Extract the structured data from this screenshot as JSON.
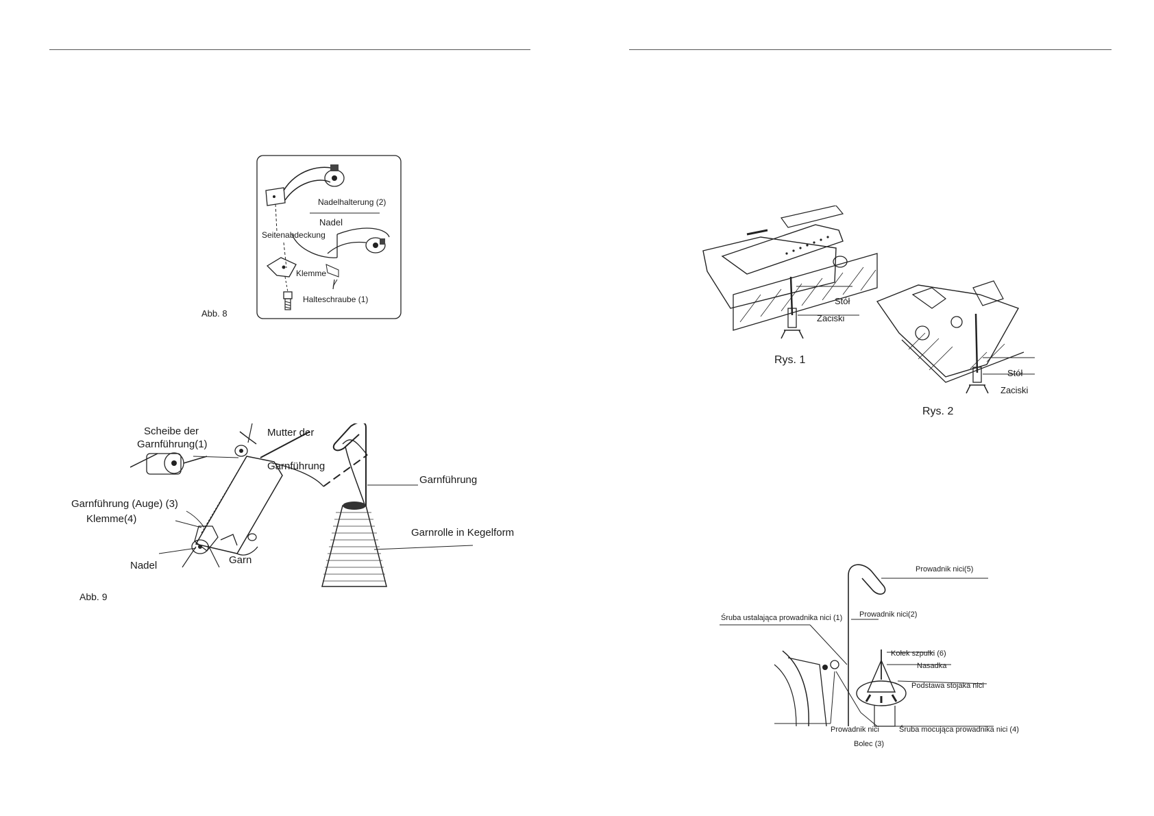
{
  "left_page": {
    "figure8": {
      "caption": "Abb. 8",
      "labels": {
        "needle_holder": "Nadelhalterung (2)",
        "needle": "Nadel",
        "side_cover": "Seitenabdeckung",
        "clamp": "Klemme",
        "holding_screw": "Halteschraube (1)"
      }
    },
    "figure9": {
      "caption": "Abb. 9",
      "labels": {
        "guide_disc_line1": "Scheibe der",
        "guide_disc_line2": "Garnführung(1)",
        "guide_nut_line1": "Mutter der",
        "guide_nut_line2": "Garnführung",
        "thread_guide": "Garnführung",
        "guide_eye": "Garnführung (Auge) (3)",
        "clamp": "Klemme(4)",
        "cone": "Garnrolle in Kegelform",
        "needle": "Nadel",
        "yarn": "Garn"
      }
    }
  },
  "right_page": {
    "figure_rys": {
      "caption1": "Rys. 1",
      "caption2": "Rys. 2",
      "labels": {
        "table1": "Stół",
        "clamps1": "Zaciski",
        "table2": "Stół",
        "clamps2": "Zaciski"
      }
    },
    "figure_stand": {
      "labels": {
        "guide5": "Prowadnik nici(5)",
        "guide2": "Prowadnik nici(2)",
        "set_screw1": "Śruba ustalająca prowadnika nici (1)",
        "spool_pin6": "Kołek szpulki (6)",
        "cap": "Nasadka",
        "stand_base": "Podstawa stojaka nici",
        "thread_guide": "Prowadnik nici",
        "fixing_screw4": "Śruba mocująca prowadnika nici (4)",
        "pin3": "Bolec (3)"
      }
    }
  }
}
